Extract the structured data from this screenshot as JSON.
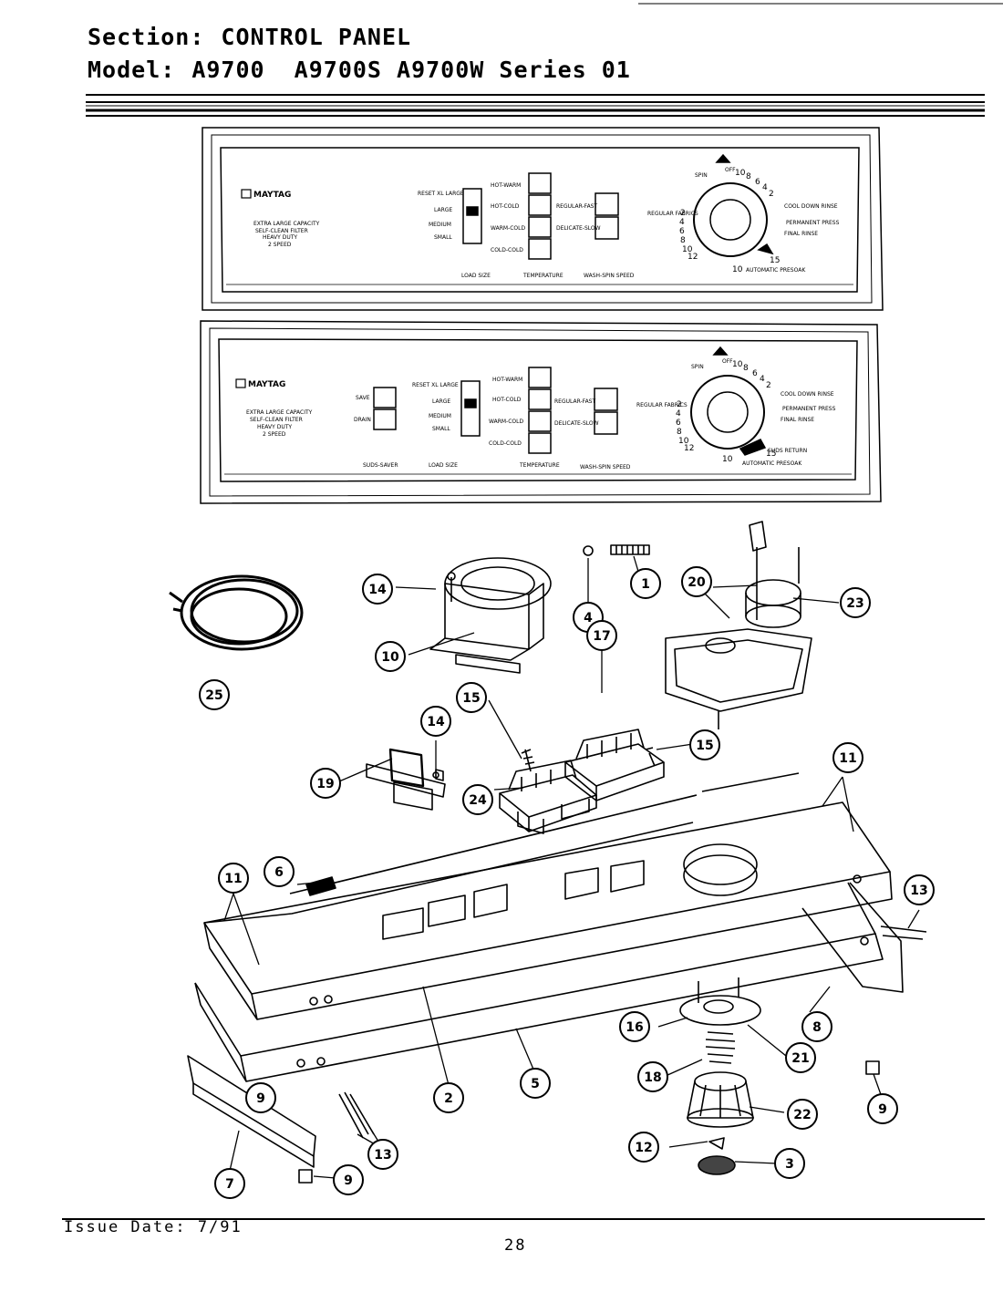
{
  "header": {
    "section_label": "Section:",
    "section_value": "CONTROL PANEL",
    "model_label": "Model:",
    "model_value": "A9700  A9700S A9700W Series 01"
  },
  "panels": [
    {
      "brand": "MAYTAG",
      "capacity_lines": [
        "EXTRA LARGE CAPACITY",
        "SELF-CLEAN FILTER",
        "HEAVY DUTY",
        "2 SPEED"
      ],
      "load_size_options": [
        "RESET XL LARGE",
        "LARGE",
        "MEDIUM",
        "SMALL"
      ],
      "temperature_options": [
        "HOT-WARM",
        "HOT-COLD",
        "WARM-COLD",
        "COLD-COLD"
      ],
      "speed_options": [
        "REGULAR-FAST",
        "DELICATE-SLOW"
      ],
      "section_labels": [
        "LOAD SIZE",
        "TEMPERATURE",
        "WASH-SPIN SPEED"
      ],
      "dial_labels": [
        "OFF",
        "SPIN",
        "REGULAR FABRICS",
        "PERMANENT PRESS",
        "COOL DOWN RINSE",
        "FINAL RINSE",
        "AUTOMATIC PRESOAK"
      ],
      "dial_numbers_top": [
        "10",
        "8",
        "6",
        "4",
        "2"
      ],
      "dial_numbers_left": [
        "2",
        "4",
        "6",
        "8",
        "10",
        "12"
      ],
      "dial_numbers_bottom": [
        "10",
        "15"
      ]
    },
    {
      "brand": "MAYTAG",
      "capacity_lines": [
        "EXTRA LARGE CAPACITY",
        "SELF-CLEAN FILTER",
        "HEAVY DUTY",
        "2 SPEED"
      ],
      "side_options": [
        "SAVE",
        "DRAIN"
      ],
      "load_size_options": [
        "RESET XL LARGE",
        "LARGE",
        "MEDIUM",
        "SMALL"
      ],
      "temperature_options": [
        "HOT-WARM",
        "HOT-COLD",
        "WARM-COLD",
        "COLD-COLD"
      ],
      "speed_options": [
        "REGULAR-FAST",
        "DELICATE-SLOW"
      ],
      "section_labels": [
        "SUDS-SAVER",
        "LOAD SIZE",
        "TEMPERATURE",
        "WASH-SPIN SPEED"
      ],
      "dial_labels": [
        "OFF",
        "SPIN",
        "REGULAR FABRICS",
        "PERMANENT PRESS",
        "COOL DOWN RINSE",
        "FINAL RINSE",
        "SUDS RETURN",
        "AUTOMATIC PRESOAK"
      ],
      "dial_numbers_top": [
        "10",
        "8",
        "6",
        "4",
        "2"
      ],
      "dial_numbers_left": [
        "2",
        "4",
        "6",
        "8",
        "10",
        "12"
      ],
      "dial_numbers_bottom": [
        "10",
        "15"
      ]
    }
  ],
  "callouts": [
    "1",
    "2",
    "3",
    "4",
    "5",
    "6",
    "7",
    "8",
    "9",
    "9",
    "9",
    "10",
    "11",
    "11",
    "12",
    "13",
    "13",
    "14",
    "14",
    "15",
    "15",
    "16",
    "17",
    "18",
    "19",
    "20",
    "21",
    "22",
    "23",
    "24",
    "25"
  ],
  "footer": {
    "issue_date": "Issue Date: 7/91",
    "page_number": "28"
  }
}
